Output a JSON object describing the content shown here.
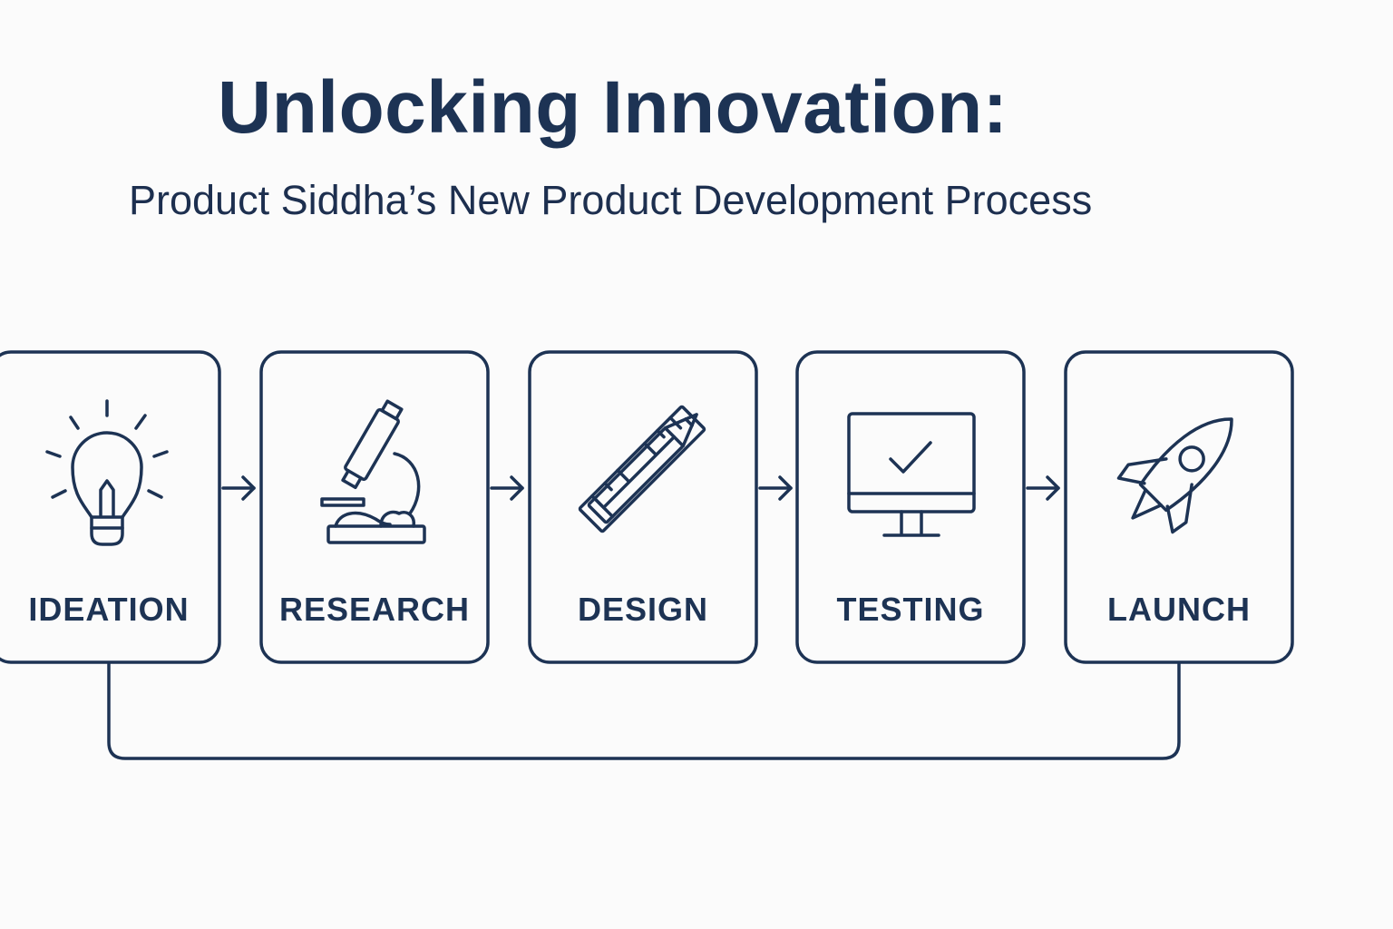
{
  "title": "Unlocking Innovation:",
  "subtitle": "Product Siddha’s New Product Development Process",
  "colors": {
    "stroke": "#1d3354",
    "background": "#fbfbfb"
  },
  "steps": [
    {
      "label": "IDEATION",
      "icon": "lightbulb-icon"
    },
    {
      "label": "RESEARCH",
      "icon": "microscope-icon"
    },
    {
      "label": "DESIGN",
      "icon": "pencil-ruler-icon"
    },
    {
      "label": "TESTING",
      "icon": "monitor-check-icon"
    },
    {
      "label": "LAUNCH",
      "icon": "rocket-icon"
    }
  ]
}
